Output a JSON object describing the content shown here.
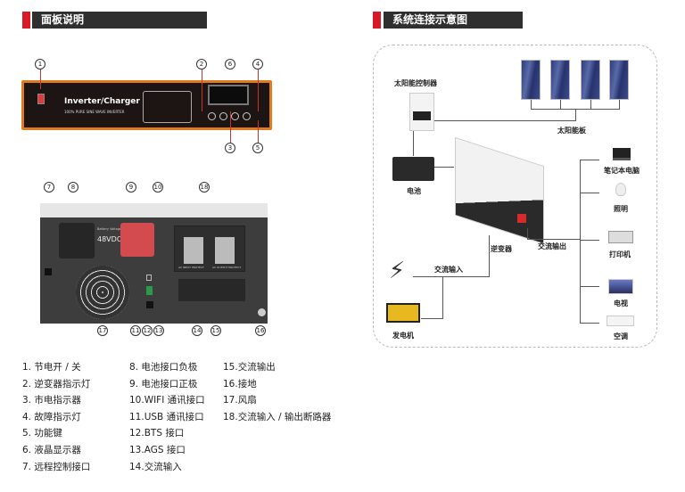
{
  "left_section": {
    "title": "面板说明",
    "front_panel": {
      "brand_title": "Inverter/Charger",
      "subtitle": "100% PURE SINE WAVE INVERTER",
      "markers": [
        "1",
        "2",
        "6",
        "4",
        "3",
        "5"
      ]
    },
    "back_panel": {
      "voltage": "48VDC",
      "battery_voltage_label": "Battery Voltage",
      "breaker_in": "AC INPUT PROTECT",
      "breaker_out": "AC OUTPUT PROTECT",
      "markers_top": [
        "7",
        "8",
        "9",
        "10",
        "18"
      ],
      "markers_bottom": [
        "17",
        "11",
        "12",
        "13",
        "14",
        "15",
        "16"
      ]
    },
    "legend": [
      [
        "1.  节电开 / 关",
        "2.  逆变器指示灯",
        "3.  市电指示器",
        "4.  故障指示灯",
        "5.  功能键",
        "6.  液晶显示器",
        "7.  远程控制接口"
      ],
      [
        "8.  电池接口负极",
        "9.  电池接口正极",
        "10.WIFI 通讯接口",
        "11.USB 通讯接口",
        "12.BTS 接口",
        "13.AGS 接口",
        "14.交流输入"
      ],
      [
        "15.交流输出",
        "16.接地",
        "17.风扇",
        "18.交流输入 / 输出断路器"
      ]
    ]
  },
  "right_section": {
    "title": "系统连接示意图",
    "labels": {
      "controller": "太阳能控制器",
      "solar_panels": "太阳能板",
      "battery": "电池",
      "inverter": "逆变器",
      "ac_output": "交流输出",
      "ac_input": "交流输入",
      "generator": "发电机"
    },
    "loads": [
      "笔记本电脑",
      "照明",
      "打印机",
      "电视",
      "空调"
    ]
  },
  "colors": {
    "accent": "#d7192a",
    "header": "#2f2f2f",
    "panel_border": "#e07a1f"
  }
}
